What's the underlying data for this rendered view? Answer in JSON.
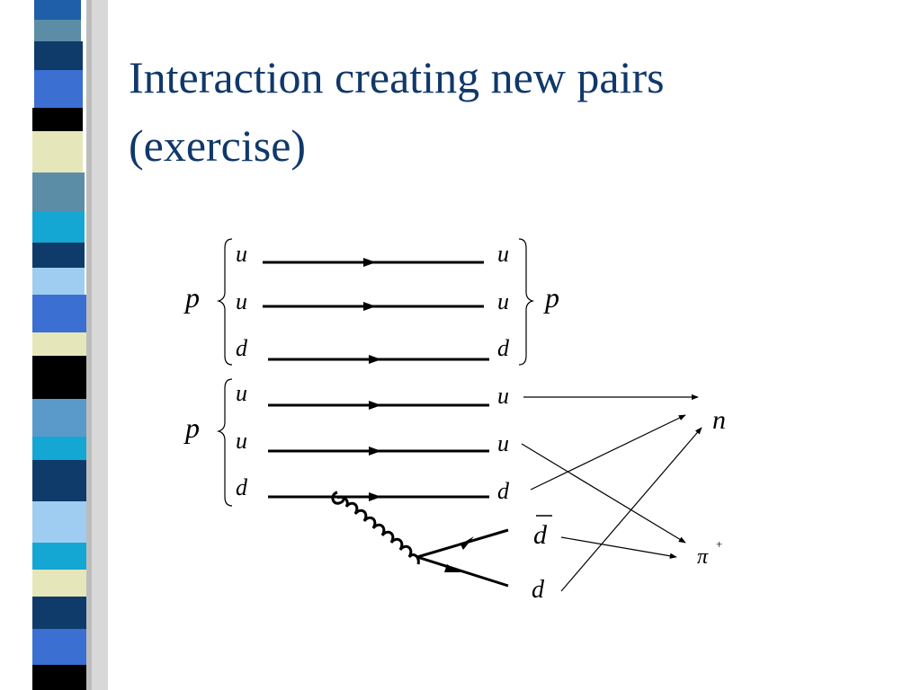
{
  "slide": {
    "title_line1": "Interaction creating new pairs",
    "title_line2": "(exercise)"
  },
  "decoration": {
    "stripe_colors": [
      "#1f5ea8",
      "#5b8ea6",
      "#0f3b6b",
      "#e6e6bb",
      "#000000",
      "#3b6fd1",
      "#9ecdf1",
      "#14a7d3",
      "#5a9acb"
    ]
  },
  "diagram": {
    "proton_top": {
      "label_in": "p",
      "label_out": "p",
      "in_quarks": [
        "u",
        "u",
        "d"
      ],
      "out_quarks": [
        "u",
        "u",
        "d"
      ]
    },
    "proton_bottom": {
      "label_in": "p",
      "in_quarks": [
        "u",
        "u",
        "d"
      ],
      "out_quarks": [
        "u",
        "u",
        "d"
      ]
    },
    "pair": {
      "antiquark": "d",
      "quark": "d"
    },
    "products": {
      "neutron": "n",
      "pion": "π",
      "pion_charge": "+"
    }
  }
}
